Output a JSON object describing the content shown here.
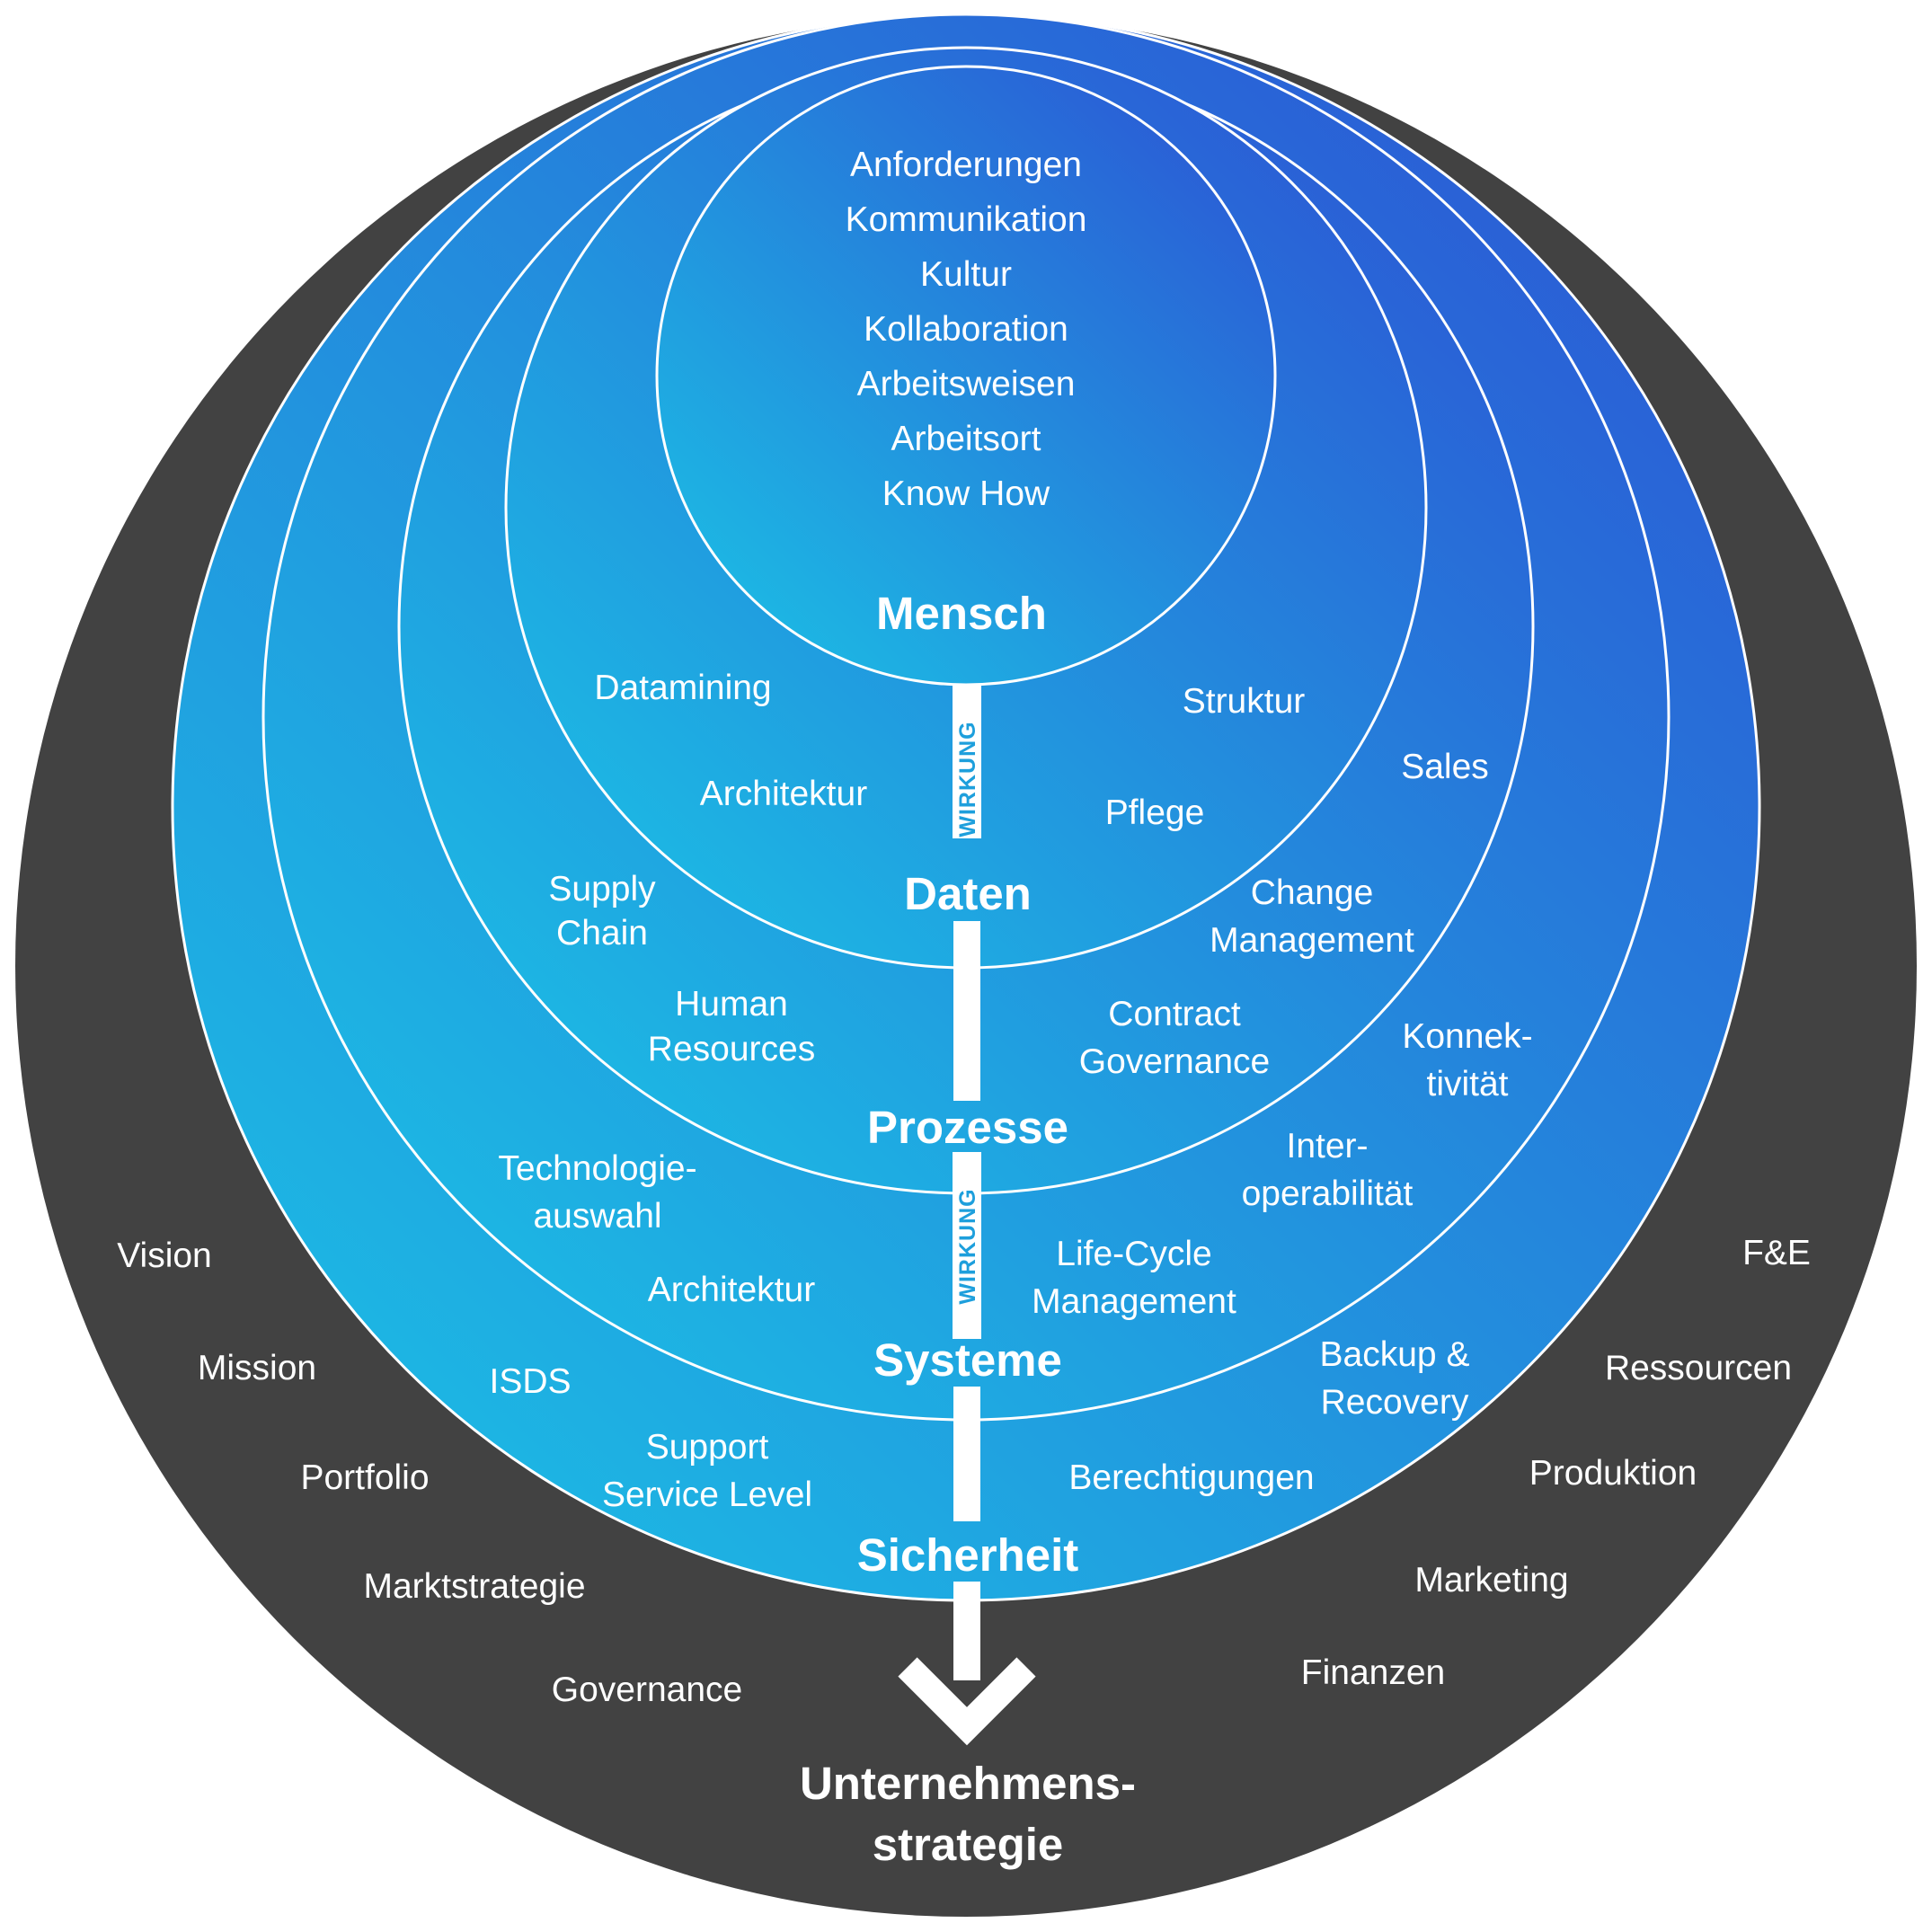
{
  "colors": {
    "outer_ring": "#424242",
    "gradient_light": "#1db4e3",
    "gradient_dark": "#2a5fd6",
    "ring_stroke": "#ffffff",
    "text": "#ffffff",
    "wirkung_text": "#1e9fdc"
  },
  "layers": {
    "mensch": {
      "title": "Mensch",
      "items": [
        "Anforderungen",
        "Kommunikation",
        "Kultur",
        "Kollaboration",
        "Arbeitsweisen",
        "Arbeitsort",
        "Know How"
      ]
    },
    "daten": {
      "title": "Daten",
      "items": [
        "Datamining",
        "Architektur",
        "Struktur",
        "Pflege"
      ]
    },
    "prozesse": {
      "title": "Prozesse",
      "items": [
        "Supply Chain",
        "Human Resources",
        "Sales",
        "Change Management",
        "Contract Governance"
      ]
    },
    "systeme": {
      "title": "Systeme",
      "items": [
        "Technologie- auswahl",
        "Architektur",
        "Konnek- tivität",
        "Inter- operabilität",
        "Life-Cycle Management"
      ]
    },
    "sicherheit": {
      "title": "Sicherheit",
      "items": [
        "ISDS",
        "Support Service Level",
        "Backup & Recovery",
        "Berechtigungen"
      ]
    }
  },
  "strategy": {
    "title_line1": "Unternehmens-",
    "title_line2": "strategie",
    "left_items": [
      "Vision",
      "Mission",
      "Portfolio",
      "Marktstrategie",
      "Governance"
    ],
    "right_items": [
      "F&E",
      "Ressourcen",
      "Produktion",
      "Marketing",
      "Finanzen"
    ]
  },
  "wirkung_label": "WIRKUNG",
  "arrow_icon": "down-arrow-icon"
}
